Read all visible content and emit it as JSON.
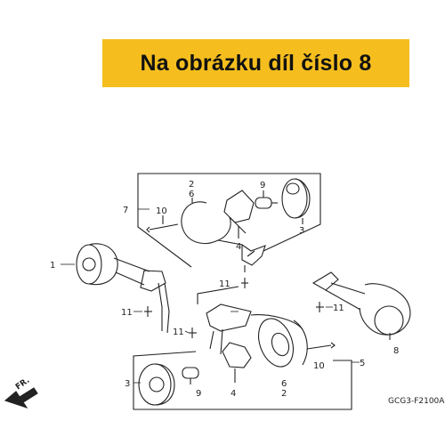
{
  "banner": {
    "text": "Na obrázku díl číslo 8"
  },
  "callouts": {
    "c1": "1",
    "c2a": "2",
    "c6a": "6",
    "c7": "7",
    "c10a": "10",
    "c4a": "4",
    "c9a": "9",
    "c3a": "3",
    "c11a": "11",
    "c11b": "11",
    "c11c": "11",
    "c11d": "11",
    "c8": "8",
    "c5": "5",
    "c3b": "3",
    "c9b": "9",
    "c4b": "4",
    "c6b": "6",
    "c2b": "2",
    "c10b": "10"
  },
  "direction_label": "FR.",
  "diagram_code": "GCG3-F2100A"
}
